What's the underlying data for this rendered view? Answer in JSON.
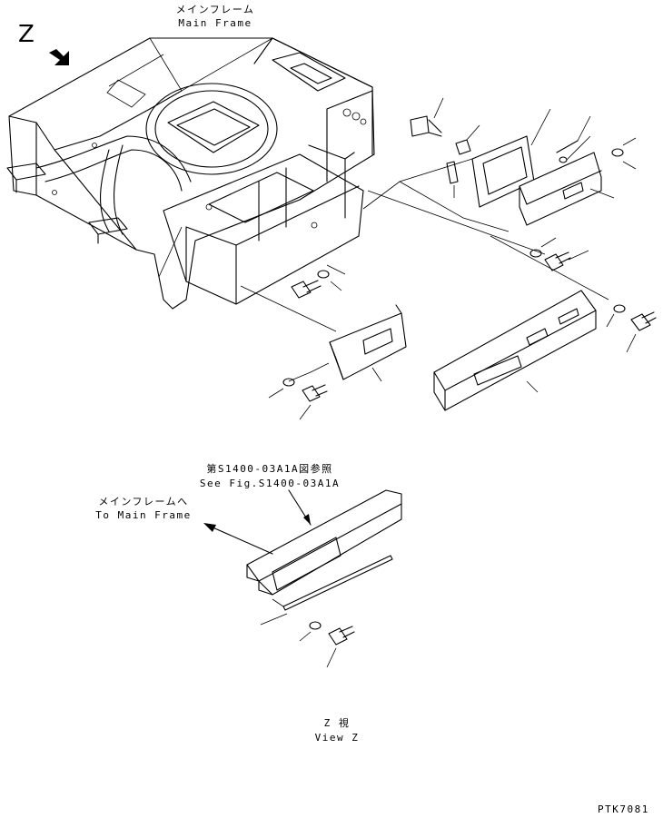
{
  "labels": {
    "main_frame_jp": "メインフレーム",
    "main_frame_en": "Main Frame",
    "view_letter": "Z",
    "see_fig_jp": "第S1400-03A1A図参照",
    "see_fig_en": "See Fig.S1400-03A1A",
    "to_main_frame_jp": "メインフレームへ",
    "to_main_frame_en": "To Main Frame",
    "view_z_jp": "Z 視",
    "view_z_en": "View Z",
    "drawing_code": "PTK7081"
  },
  "colors": {
    "line": "#000000",
    "background": "#ffffff"
  }
}
